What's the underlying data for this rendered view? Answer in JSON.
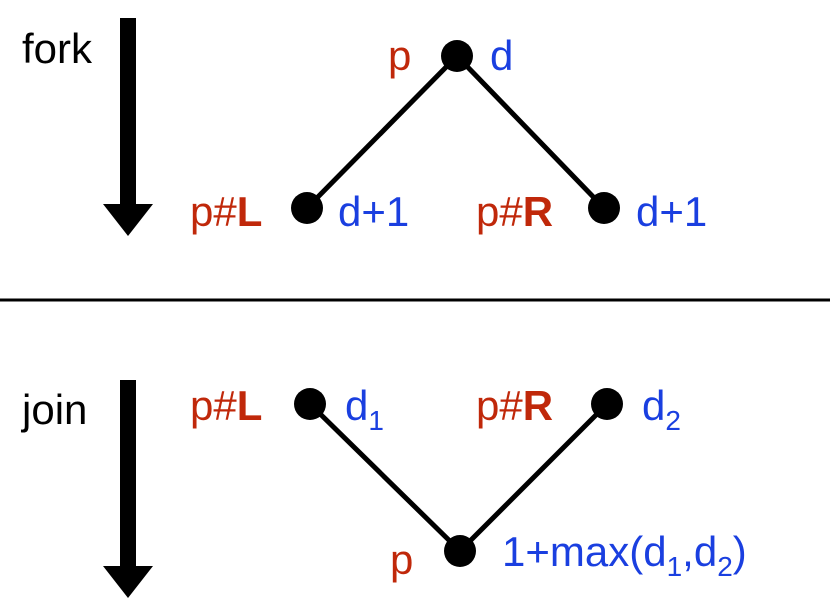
{
  "fork": {
    "label": "fork",
    "top": {
      "path": "p",
      "depth": "d"
    },
    "left": {
      "path_prefix": "p#",
      "branch": "L",
      "depth": "d+1"
    },
    "right": {
      "path_prefix": "p#",
      "branch": "R",
      "depth": "d+1"
    }
  },
  "join": {
    "label": "join",
    "left": {
      "path_prefix": "p#",
      "branch": "L",
      "depth_base": "d",
      "depth_sub": "1"
    },
    "right": {
      "path_prefix": "p#",
      "branch": "R",
      "depth_base": "d",
      "depth_sub": "2"
    },
    "bottom": {
      "path": "p",
      "depth_parts": [
        "1+max(d",
        "1",
        ",d",
        "2",
        ")"
      ]
    }
  },
  "colors": {
    "path": "#c0280a",
    "depth": "#1a3fe0",
    "line": "#000000"
  }
}
